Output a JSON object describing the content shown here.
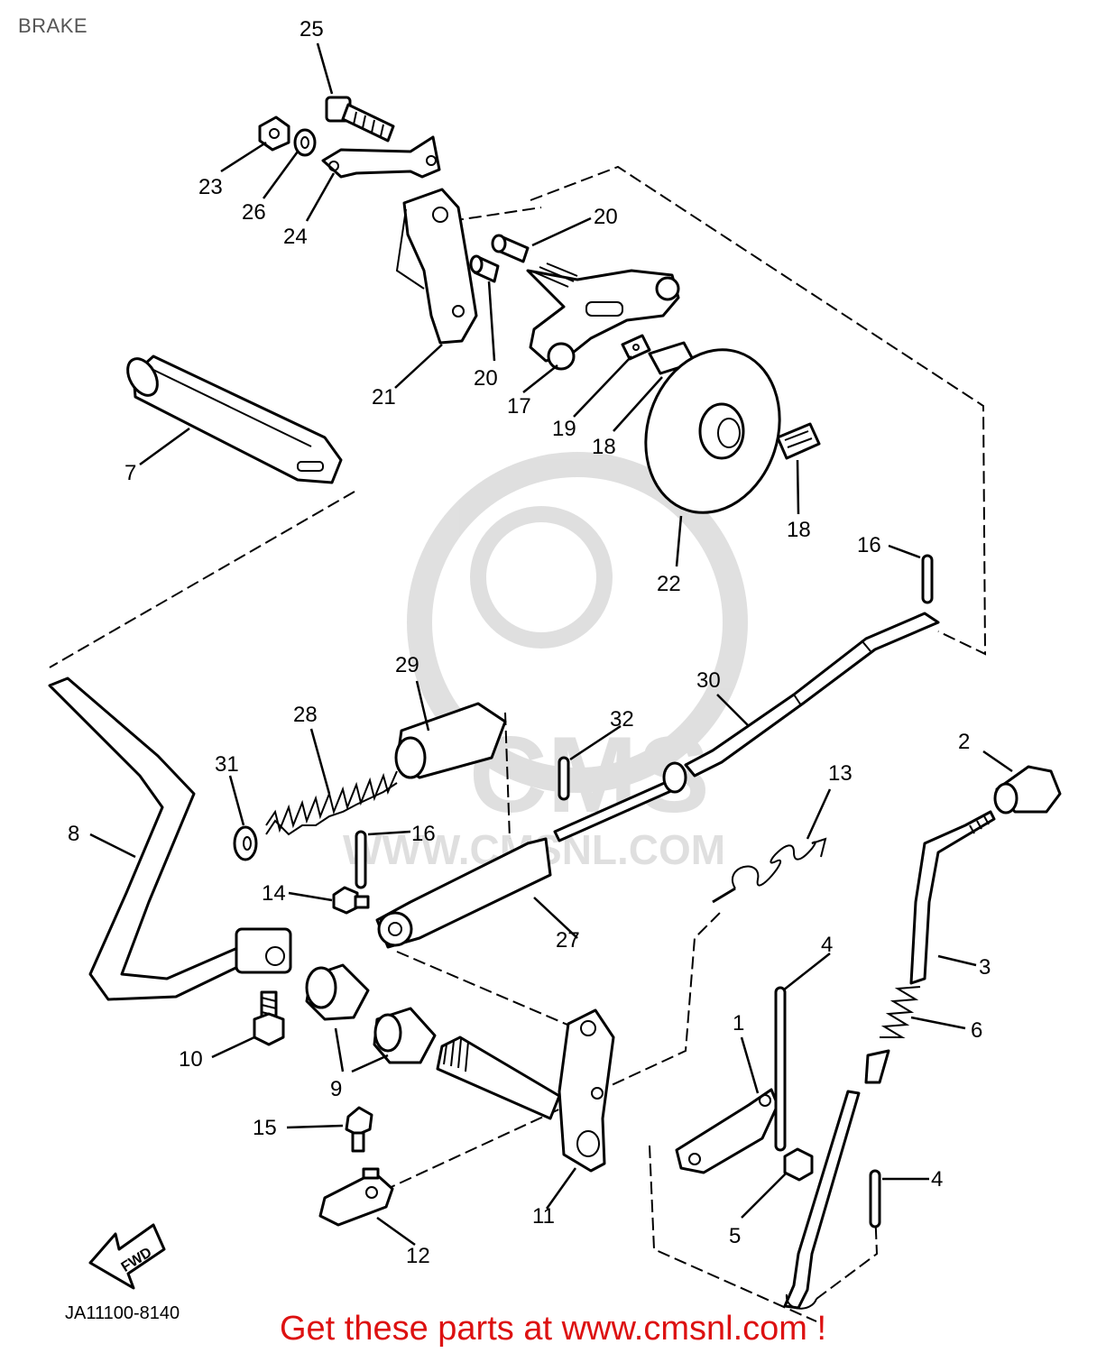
{
  "page": {
    "title": "BRAKE",
    "footer_text": "Get these parts at www.cmsnl.com !"
  },
  "diagram": {
    "drawing_code": "JA11100-8140",
    "direction_arrow_label": "FWD",
    "watermark_text": "WWW.CMSNL.COM",
    "watermark_logo": "CMS",
    "callouts": [
      "1",
      "2",
      "3",
      "4",
      "4",
      "5",
      "6",
      "7",
      "8",
      "9",
      "10",
      "11",
      "12",
      "13",
      "14",
      "15",
      "16",
      "16",
      "17",
      "18",
      "18",
      "19",
      "20",
      "20",
      "21",
      "22",
      "23",
      "24",
      "25",
      "26",
      "27",
      "28",
      "29",
      "30",
      "31",
      "32"
    ]
  }
}
